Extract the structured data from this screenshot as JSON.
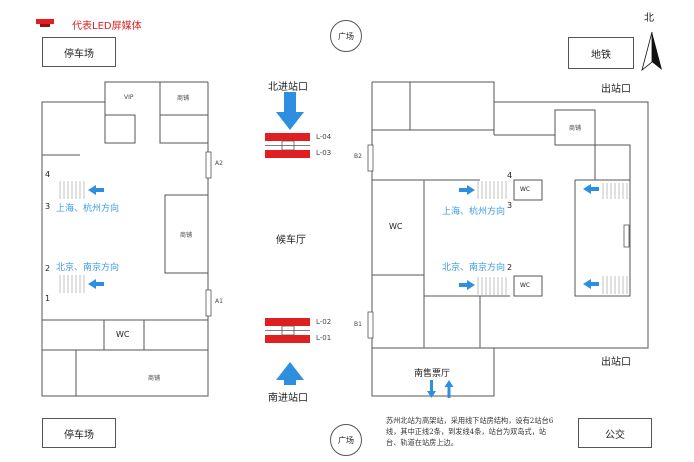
{
  "legend": {
    "label": "代表LED屏媒体",
    "color": "#e02020"
  },
  "compass": {
    "label": "北"
  },
  "places": {
    "parking_top": "停车场",
    "parking_bottom": "停车场",
    "subway": "地铁",
    "bus": "公交",
    "square_top": "广场",
    "square_bottom": "广场"
  },
  "entrances": {
    "north_in": "北进站口",
    "south_in": "南进站口",
    "exit_top": "出站口",
    "exit_bottom": "出站口"
  },
  "hall": {
    "waiting": "候车厅",
    "south_ticket": "南售票厅"
  },
  "rooms": {
    "vip": "VIP",
    "shop_top_left": "商铺",
    "shop_mid_left": "商铺",
    "shop_bottom_left": "商铺",
    "shop_right": "商铺",
    "wc_left": "WC",
    "wc_right_big": "WC",
    "wc_right_top": "WC",
    "wc_right_bottom": "WC"
  },
  "gates": {
    "a1": "A1",
    "a2": "A2",
    "b1": "B1",
    "b2": "B2"
  },
  "led": {
    "l04": "L-04",
    "l03": "L-03",
    "l02": "L-02",
    "l01": "L-01"
  },
  "platforms": {
    "p1": "1",
    "p2": "2",
    "p3": "3",
    "p4": "4",
    "rp2": "2",
    "rp3": "3",
    "rp4": "4"
  },
  "directions": {
    "left_shanghai": "上海、杭州方向",
    "left_beijing": "北京、南京方向",
    "right_shanghai": "上海、杭州方向",
    "right_beijing": "北京、南京方向"
  },
  "description": "苏州北站为高架站，采用线下站房结构，设有2站台6线，其中正线2条，到发线4条，站台为双岛式，站台、轨道在站房上边。"
}
